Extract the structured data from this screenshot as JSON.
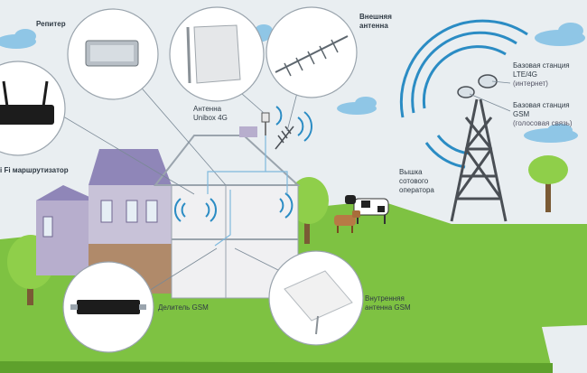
{
  "labels": {
    "repeater": "Репитер",
    "external_antenna_1": "Внешняя",
    "external_antenna_2": "антенна",
    "antenna_unibox_1": "Антенна",
    "antenna_unibox_2": "Unibox 4G",
    "router": "i Fi маршрутизатор",
    "base_lte_1": "Базовая станция",
    "base_lte_2": "LTE/4G",
    "base_lte_3": "(интернет)",
    "base_gsm_1": "Базовая станция",
    "base_gsm_2": "GSM",
    "base_gsm_3": "(голосовая связь)",
    "tower_1": "Вышка",
    "tower_2": "сотового",
    "tower_3": "оператора",
    "splitter": "Делитель GSM",
    "internal_antenna_1": "Внутренняя",
    "internal_antenna_2": "антенна GSM"
  },
  "colors": {
    "sky": "#e9eef1",
    "grass": "#7ec242",
    "grass_dark": "#5ea12c",
    "roof": "#8f86b8",
    "wall": "#c8c2d8",
    "signal": "#2b8cc4",
    "tower": "#4a4f55",
    "cable": "#7a8996",
    "cloud": "#8fc6e6"
  }
}
